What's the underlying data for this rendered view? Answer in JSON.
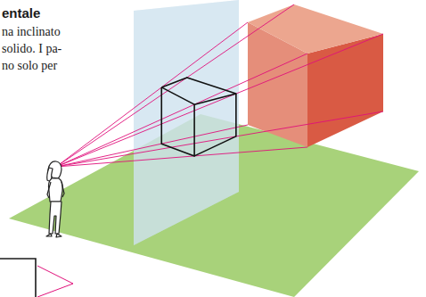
{
  "diagram": {
    "title": "entale",
    "labels": [
      "na inclinato",
      "solido. I pa-",
      "no solo per"
    ]
  }
}
